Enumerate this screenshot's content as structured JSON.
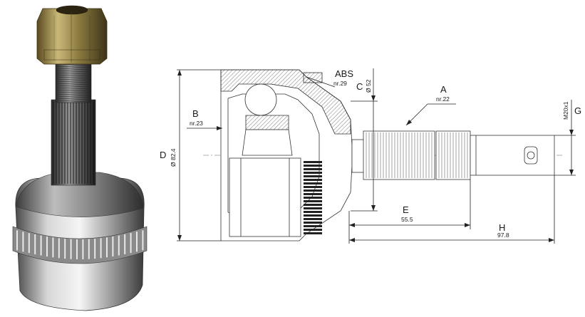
{
  "photo": {
    "subject": "cv-joint-photo"
  },
  "drawing": {
    "callouts": {
      "abs": {
        "letter": "ABS",
        "note": "nr.29"
      },
      "a": {
        "letter": "A",
        "note": "nr.22"
      },
      "b": {
        "letter": "B",
        "note": "nr.23"
      },
      "c": {
        "letter": "C",
        "note": "Ø 52"
      },
      "d": {
        "letter": "D",
        "note": "Ø 82.4"
      },
      "e": {
        "letter": "E",
        "note": "55.5"
      },
      "h": {
        "letter": "H",
        "note": "97.8"
      },
      "g": {
        "letter": "G",
        "note": "M20x1"
      }
    }
  }
}
